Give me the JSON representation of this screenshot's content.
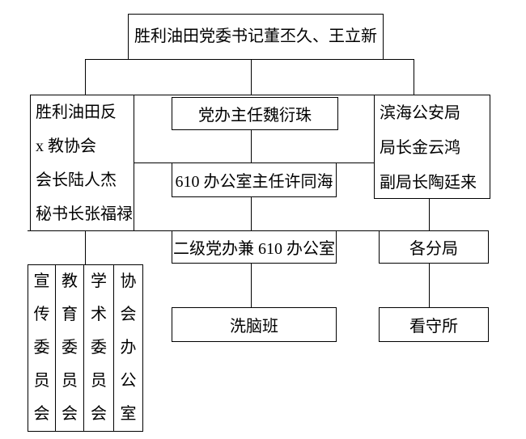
{
  "diagram": {
    "title": "胜利油田党委书记董丕久、王立新",
    "nodes": {
      "top_leader": "胜利油田党委书记董丕久、王立新",
      "anti_cult_association_lines": [
        "胜利油田反",
        "x 教协会",
        "会长陆人杰",
        "秘书长张福禄"
      ],
      "party_office_director": "党办主任魏衍珠",
      "public_security_bureau_lines": [
        "滨海公安局",
        "局长金云鸿",
        "副局长陶廷来"
      ],
      "office_610_director": "610 办公室主任许同海",
      "secondary_party_office": "二级党办兼 610 办公室",
      "branch_bureaus": "各分局",
      "brainwashing_class": "洗脑班",
      "detention_center": "看守所",
      "committees": [
        "宣传委员会",
        "教育委员会",
        "学术委员会",
        "协会办公室"
      ]
    },
    "colors": {
      "line": "#000000",
      "background": "#ffffff",
      "text": "#000000"
    }
  }
}
